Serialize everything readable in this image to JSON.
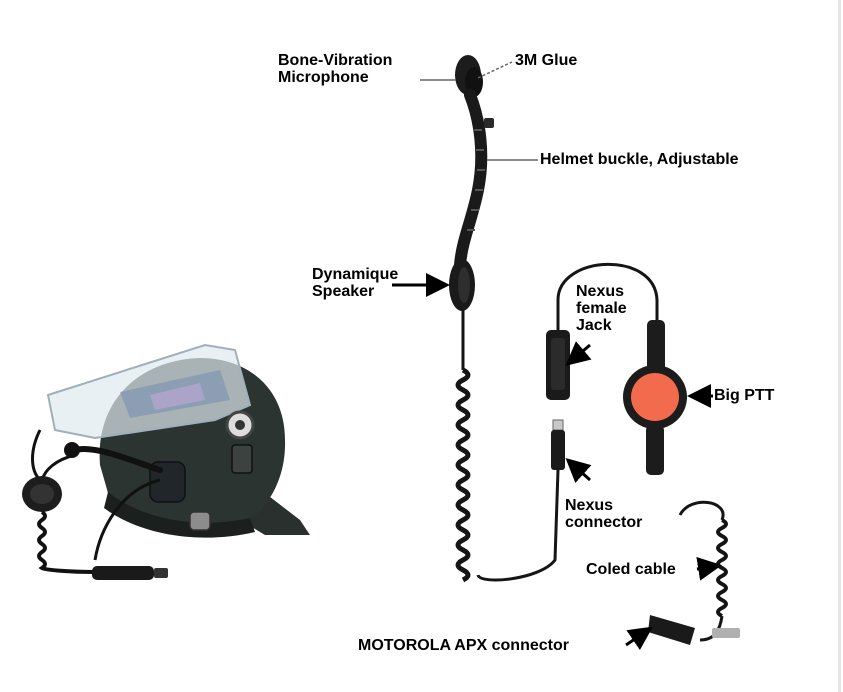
{
  "labels": {
    "microphone": "Bone-Vibration\nMicrophone",
    "glue": "3M Glue",
    "buckle": "Helmet buckle, Adjustable",
    "speaker": "Dynamique\nSpeaker",
    "jack": "Nexus\nfemale\nJack",
    "ptt": "Big PTT",
    "nexus_connector": "Nexus\nconnector",
    "coiled_cable": "Coled cable",
    "apx_connector": "MOTOROLA APX connector"
  },
  "colors": {
    "ptt_button": "#f26b4c",
    "ptt_body": "#1c1c1c",
    "helmet_shell": "#2b3430",
    "visor": "#dfe9f0",
    "cable": "#151515",
    "background": "#ffffff"
  }
}
